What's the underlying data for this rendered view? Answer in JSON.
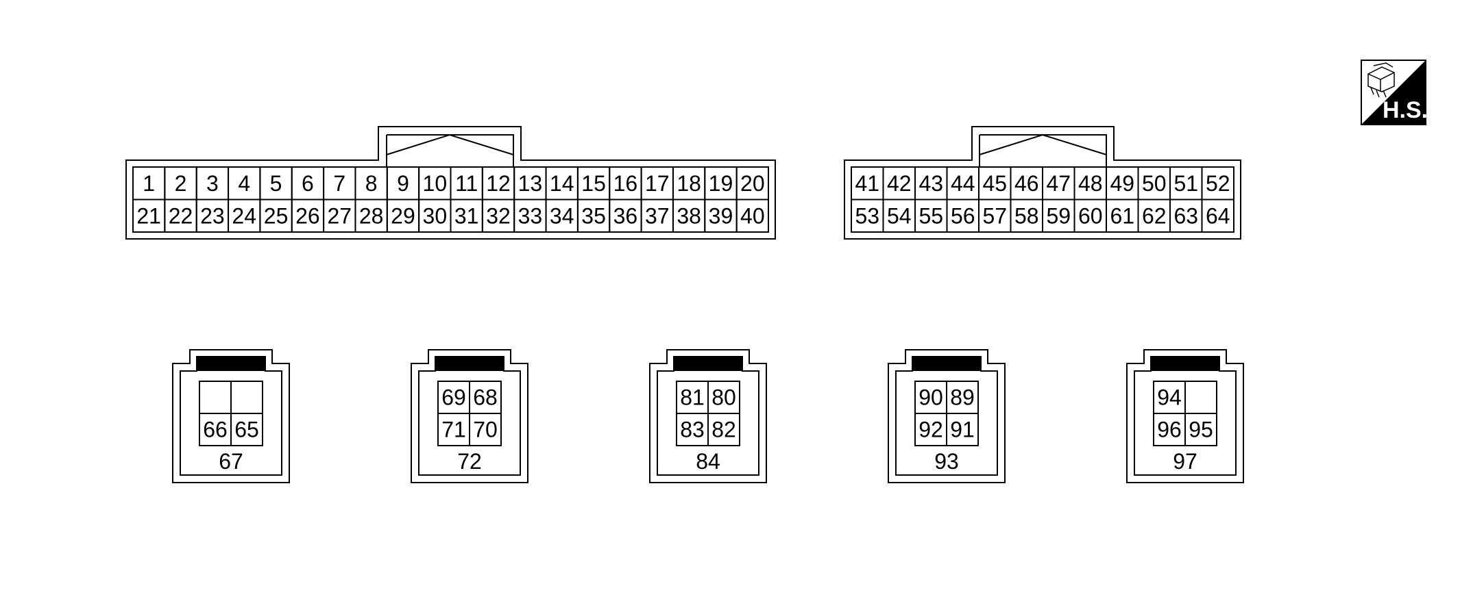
{
  "large_connectors": [
    {
      "id": "connector-a",
      "rows": [
        [
          "1",
          "2",
          "3",
          "4",
          "5",
          "6",
          "7",
          "8",
          "9",
          "10",
          "11",
          "12",
          "13",
          "14",
          "15",
          "16",
          "17",
          "18",
          "19",
          "20"
        ],
        [
          "21",
          "22",
          "23",
          "24",
          "25",
          "26",
          "27",
          "28",
          "29",
          "30",
          "31",
          "32",
          "33",
          "34",
          "35",
          "36",
          "37",
          "38",
          "39",
          "40"
        ]
      ]
    },
    {
      "id": "connector-b",
      "rows": [
        [
          "41",
          "42",
          "43",
          "44",
          "45",
          "46",
          "47",
          "48",
          "49",
          "50",
          "51",
          "52"
        ],
        [
          "53",
          "54",
          "55",
          "56",
          "57",
          "58",
          "59",
          "60",
          "61",
          "62",
          "63",
          "64"
        ]
      ]
    }
  ],
  "small_connectors": [
    {
      "id": "connector-67",
      "label": "67",
      "cells": [
        "",
        "",
        "66",
        "65"
      ]
    },
    {
      "id": "connector-72",
      "label": "72",
      "cells": [
        "69",
        "68",
        "71",
        "70"
      ]
    },
    {
      "id": "connector-84",
      "label": "84",
      "cells": [
        "81",
        "80",
        "83",
        "82"
      ]
    },
    {
      "id": "connector-93",
      "label": "93",
      "cells": [
        "90",
        "89",
        "92",
        "91"
      ]
    },
    {
      "id": "connector-97",
      "label": "97",
      "cells": [
        "94",
        "",
        "96",
        "95"
      ]
    }
  ],
  "badge": {
    "icon": "harness-side-connector-icon",
    "label": "H.S."
  }
}
